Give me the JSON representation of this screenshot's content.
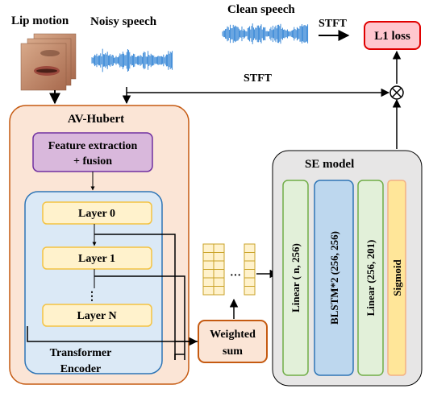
{
  "inputs": {
    "lip_motion": "Lip motion",
    "noisy_speech": "Noisy speech",
    "clean_speech": "Clean speech"
  },
  "stft_top": "STFT",
  "stft_mid": "STFT",
  "loss": "L1 loss",
  "multiply_symbol": "×",
  "av_hubert": {
    "title": "AV-Hubert",
    "feature_line1": "Feature extraction",
    "feature_line2": "+ fusion",
    "layers": [
      "Layer 0",
      "Layer 1",
      "Layer N"
    ],
    "vdots": "⋮",
    "encoder_line1": "Transformer",
    "encoder_line2": "Encoder"
  },
  "features_ellipsis": "···",
  "weighted_sum": {
    "line1": "Weighted",
    "line2": "sum"
  },
  "se_model": {
    "title": "SE model",
    "blocks": [
      "Linear ( n, 256)",
      "BLSTM*2 (256, 256)",
      "Linear (256, 201)",
      "Sigmoid"
    ]
  },
  "colors": {
    "av_fill": "#fbe5d6",
    "av_border": "#c55a11",
    "feature_fill": "#d9b8dc",
    "feature_border": "#7030a0",
    "encoder_fill": "#dbe9f6",
    "encoder_border": "#2e75b6",
    "layer_fill": "#fff2cc",
    "layer_border": "#f4c342",
    "se_fill": "#e7e6e6",
    "linear_fill": "#e2f0d9",
    "linear_border": "#70ad47",
    "blstm_fill": "#bdd7ee",
    "blstm_border": "#2e75b6",
    "sigmoid_fill": "#ffe699",
    "sigmoid_border": "#f4b183",
    "loss_fill": "#ffc7ce",
    "loss_border": "#e00000",
    "wave": "#2a7fd4"
  },
  "icons": [
    "lip-photo-icon",
    "noisy-waveform-icon",
    "clean-waveform-icon",
    "multiply-icon"
  ]
}
